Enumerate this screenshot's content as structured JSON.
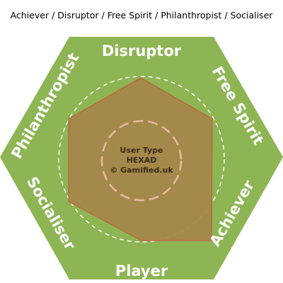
{
  "caption": "Achiever / Disruptor / Free Spirit / Philanthropist / Socialiser",
  "segments": {
    "top": "Disruptor",
    "top_right": "Free Spirit",
    "bottom_right": "Achiever",
    "bottom": "Player",
    "bottom_left": "Socialiser",
    "top_left": "Philanthropist"
  },
  "center": {
    "line1": "User Type",
    "line2": "HEXAD",
    "line3": "© Gamified.uk"
  },
  "colors": {
    "hexagon": "#8db554",
    "profile_fill": "#a5884a",
    "profile_stroke": "#c0603a",
    "dashed": "#ffffff",
    "inner_dashed": "#e8b8a8"
  }
}
